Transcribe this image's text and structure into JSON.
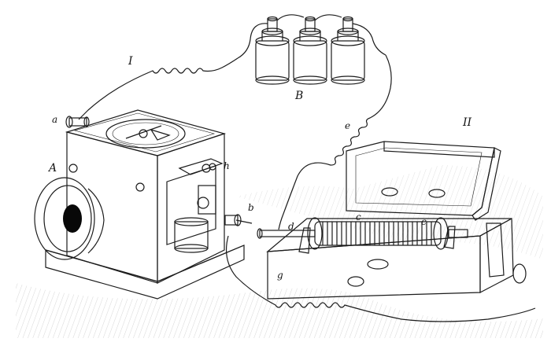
{
  "labels": {
    "I": "I",
    "II": "II",
    "A": "A",
    "B": "B",
    "a": "a",
    "b": "b",
    "c1": "c",
    "c2": "c",
    "d": "d",
    "e": "e",
    "g": "g",
    "h": "h"
  },
  "colors": {
    "ink": "#1c1c1c",
    "paper": "#ffffff",
    "shade": "#8a8a8a",
    "dark": "#2a2a2a"
  }
}
